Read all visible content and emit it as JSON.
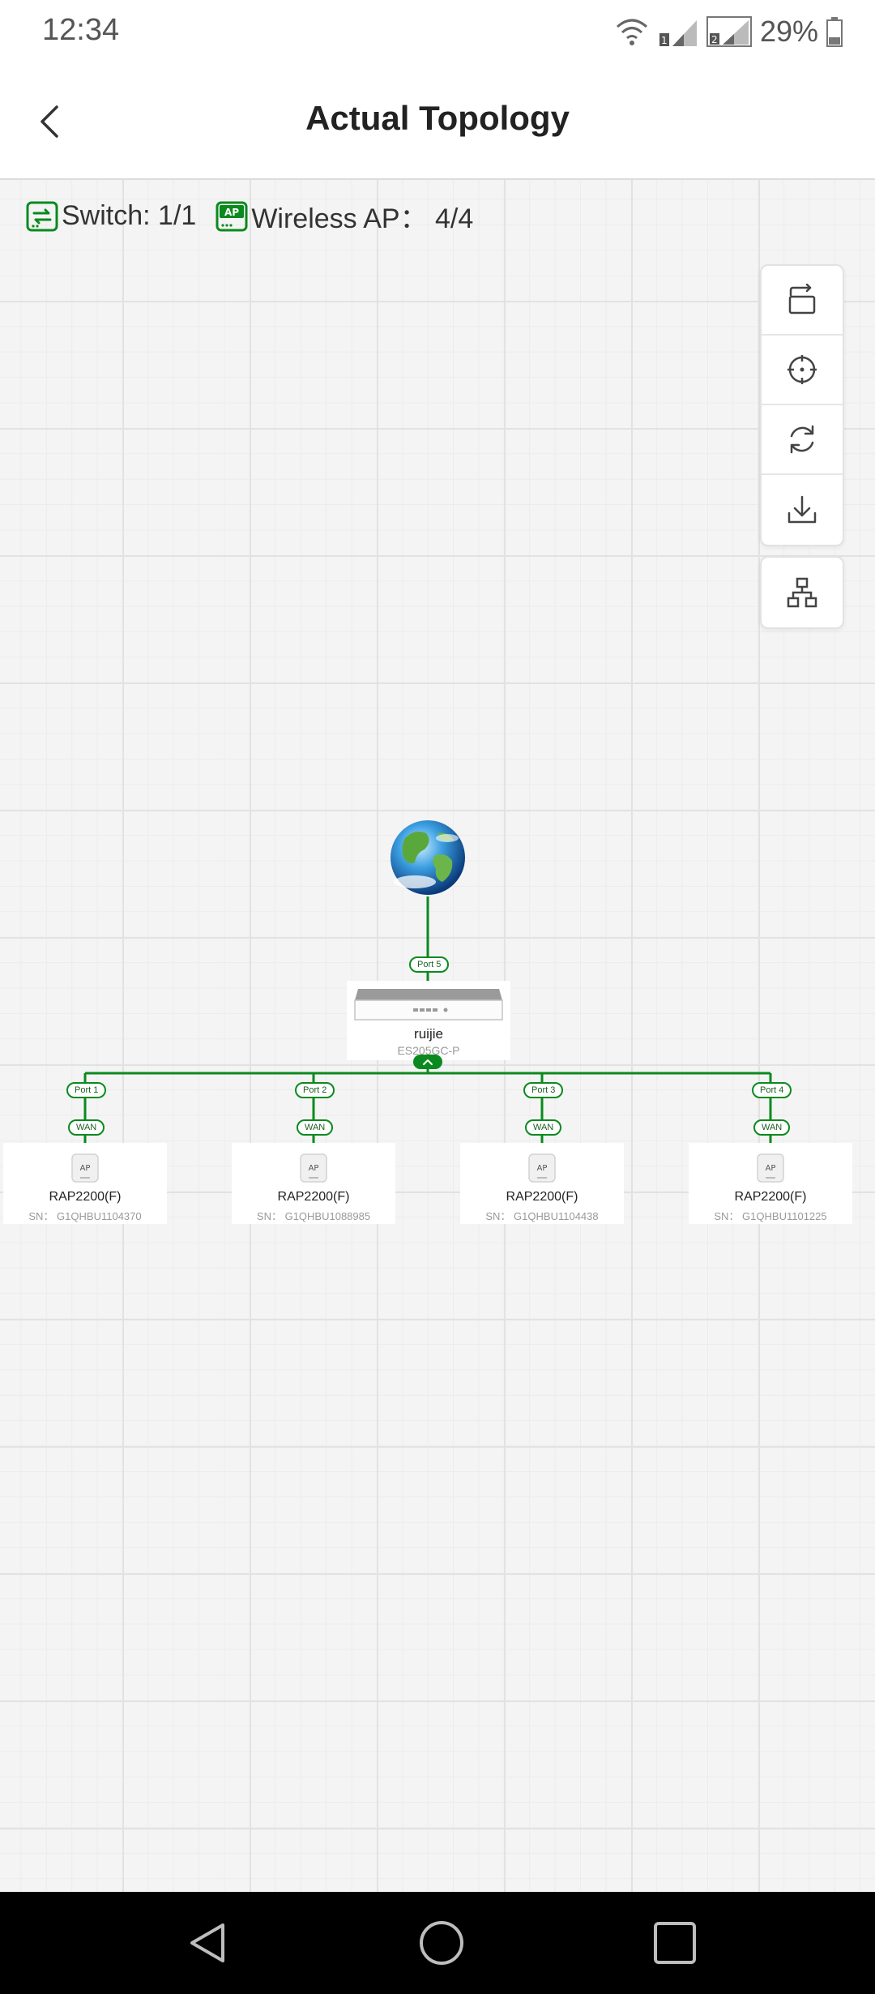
{
  "status_bar": {
    "time": "12:34",
    "battery": "29%"
  },
  "header": {
    "title": "Actual Topology"
  },
  "summary": {
    "switch_label": "Switch: 1/1",
    "ap_label": "Wireless AP： 4/4",
    "ap_icon_text": "AP"
  },
  "toolbar": {
    "icons": [
      "collapse-icon",
      "locate-icon",
      "refresh-icon",
      "download-icon",
      "topology-layout-icon"
    ]
  },
  "topology": {
    "switch": {
      "name": "ruijie",
      "model": "ES205GC-P",
      "uplink_port": "Port 5"
    },
    "aps": [
      {
        "port": "Port 1",
        "uplink": "WAN",
        "name": "RAP2200(F)",
        "sn": "SN： G1QHBU1104370",
        "icon_text": "AP"
      },
      {
        "port": "Port 2",
        "uplink": "WAN",
        "name": "RAP2200(F)",
        "sn": "SN： G1QHBU1088985",
        "icon_text": "AP"
      },
      {
        "port": "Port 3",
        "uplink": "WAN",
        "name": "RAP2200(F)",
        "sn": "SN： G1QHBU1104438",
        "icon_text": "AP"
      },
      {
        "port": "Port 4",
        "uplink": "WAN",
        "name": "RAP2200(F)",
        "sn": "SN： G1QHBU1101225",
        "icon_text": "AP"
      }
    ],
    "link_color": "#0a8a1e"
  }
}
